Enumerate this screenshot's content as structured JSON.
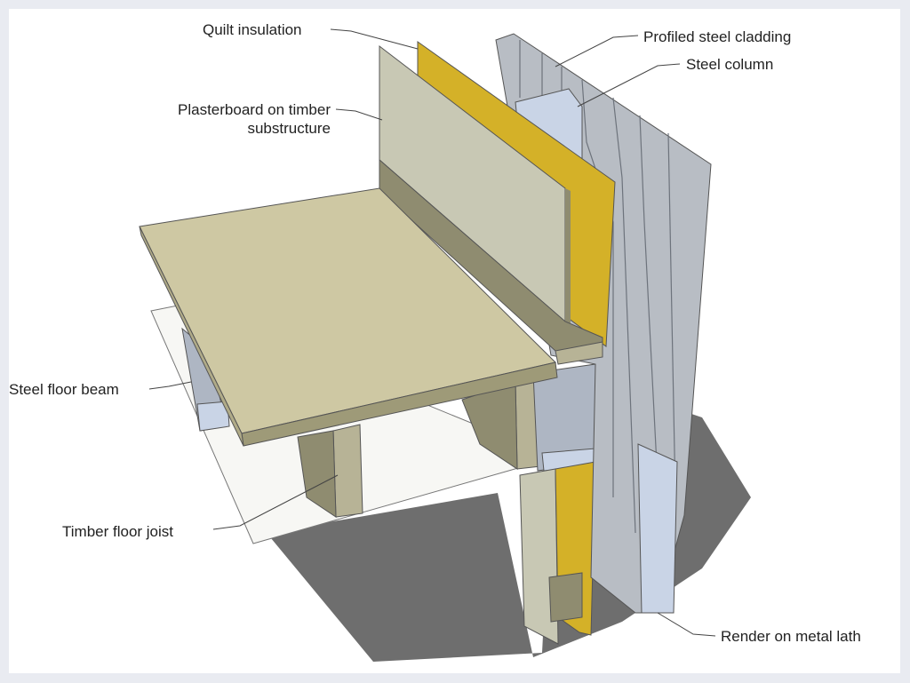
{
  "title": "Steel frame wall and floor construction detail",
  "labels": {
    "quilt_insulation": "Quilt insulation",
    "profiled_steel_cladding": "Profiled steel cladding",
    "steel_column": "Steel column",
    "plasterboard_line1": "Plasterboard on timber",
    "plasterboard_line2": "substructure",
    "steel_floor_beam": "Steel floor beam",
    "timber_floor_joist": "Timber floor joist",
    "render_on_metal_lath": "Render on metal lath"
  },
  "colors": {
    "insulation": "#d4b128",
    "plasterboard": "#c8c8b4",
    "floor_deck": "#cec8a3",
    "cladding": "#b8bdc4",
    "steel_blue": "#c9d4e6",
    "shadow": "#6e6e6e"
  }
}
